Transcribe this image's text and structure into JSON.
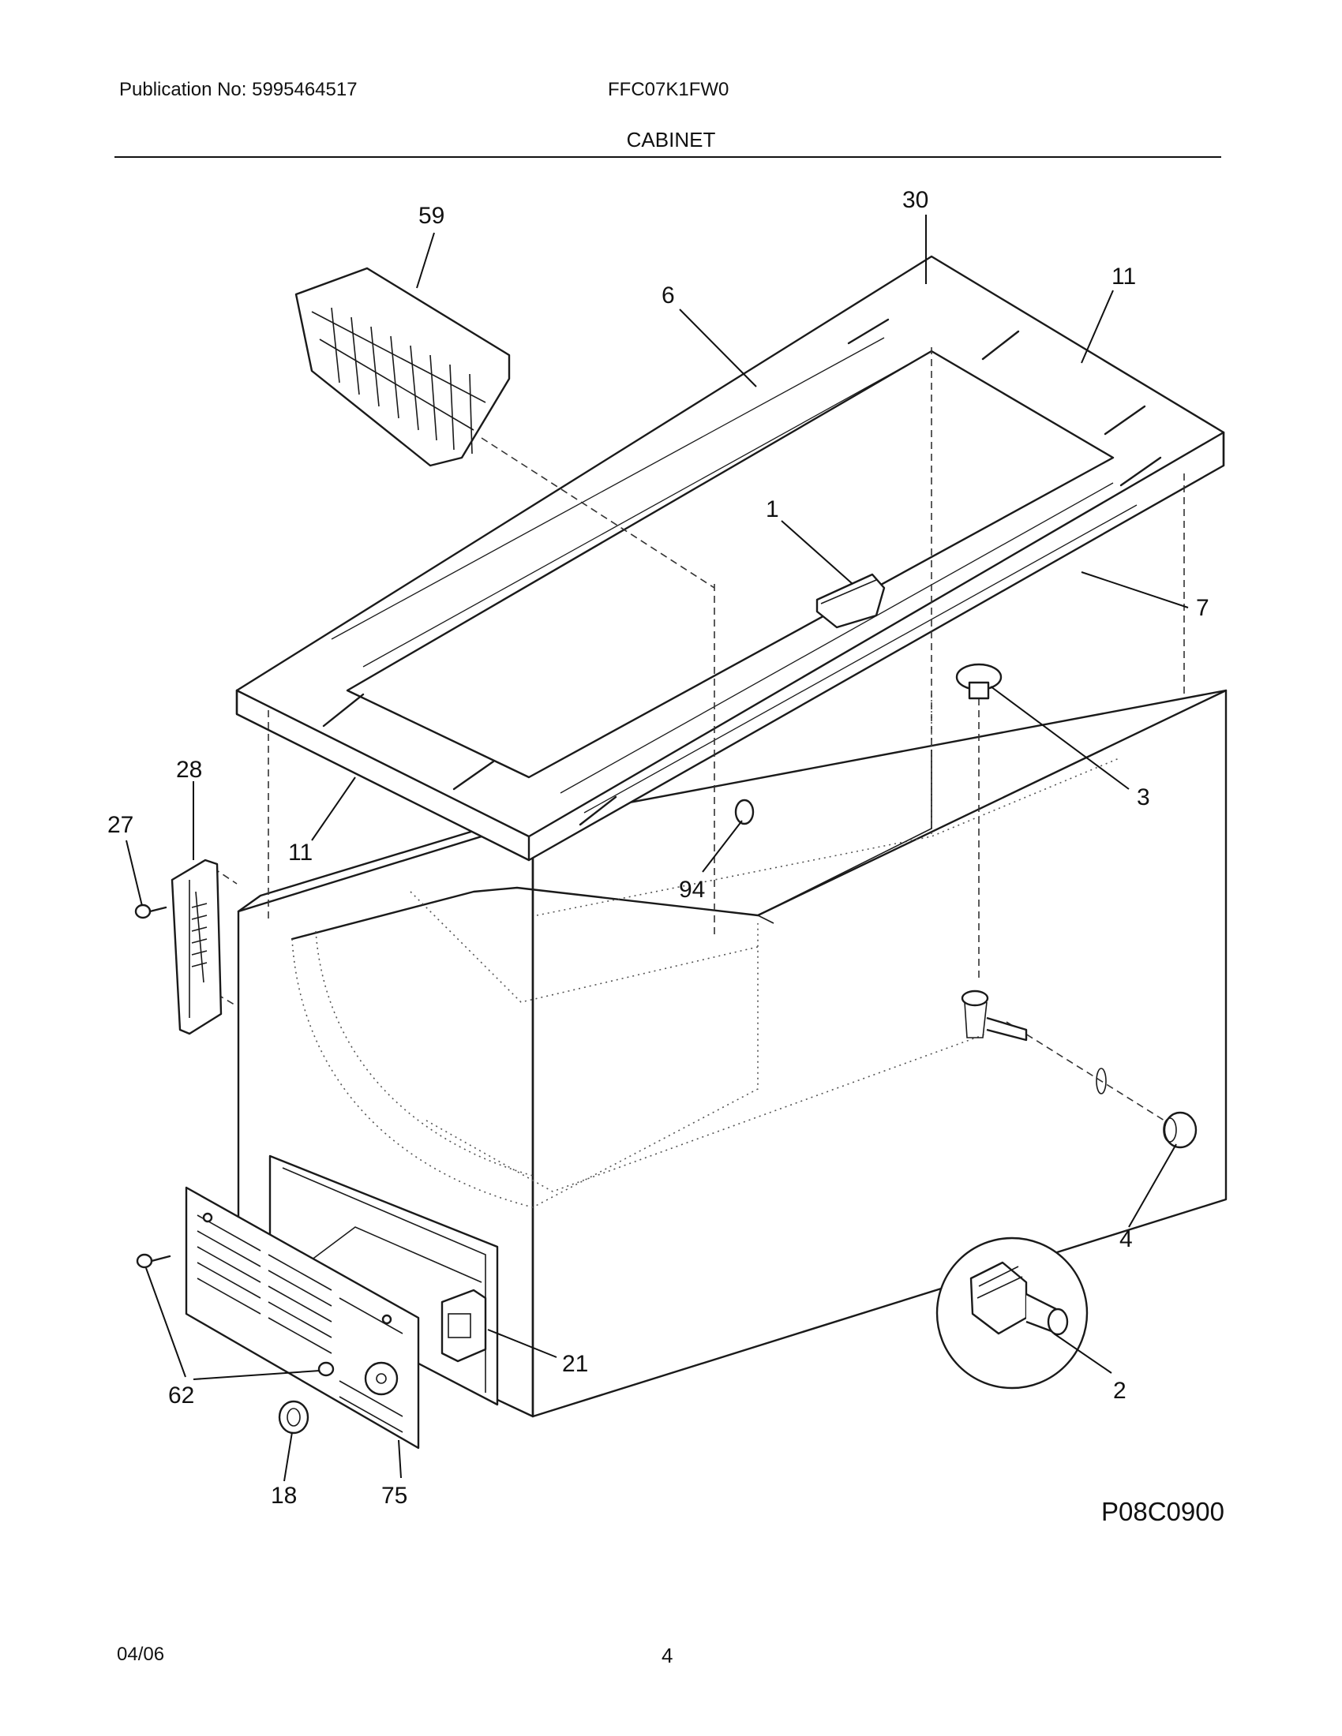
{
  "header": {
    "publication": "Publication No: 5995464517",
    "model": "FFC07K1FW0",
    "section": "CABINET"
  },
  "figure_code": "P08C0900",
  "footer": {
    "date": "04/06",
    "page": "4"
  },
  "callouts": {
    "c59": "59",
    "c30": "30",
    "c6": "6",
    "c11_top": "11",
    "c1": "1",
    "c7": "7",
    "c3": "3",
    "c28": "28",
    "c27": "27",
    "c11_left": "11",
    "c94": "94",
    "c4": "4",
    "c21": "21",
    "c2": "2",
    "c62": "62",
    "c18": "18",
    "c75": "75"
  }
}
